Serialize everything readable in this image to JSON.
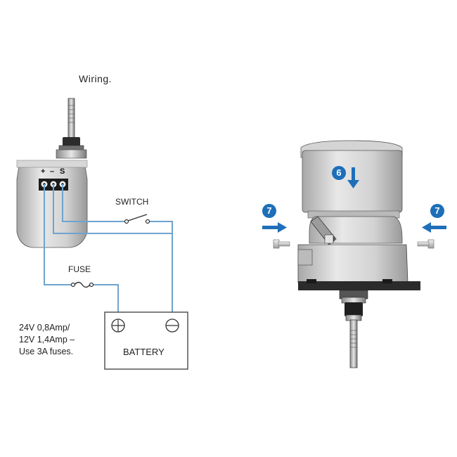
{
  "wiring": {
    "title": "Wiring.",
    "terminals": {
      "plus": "+",
      "minus": "–",
      "s": "S"
    },
    "switch_label": "SWITCH",
    "fuse_label": "FUSE",
    "battery_label": "BATTERY",
    "spec_note": "24V 0,8Amp/\n12V 1,4Amp –\nUse 3A fuses."
  },
  "install": {
    "step_motor": "6",
    "step_bolts_left": "7",
    "step_bolts_right": "7"
  },
  "colors": {
    "wire": "#6fa3cf",
    "accent": "#1e6fb8",
    "motor_gray": "#c9c9c9",
    "outline": "#333333"
  },
  "icons": [
    "wiper-motor-icon",
    "battery-icon",
    "switch-icon",
    "fuse-icon",
    "bolt-icon",
    "arrow-icon"
  ]
}
